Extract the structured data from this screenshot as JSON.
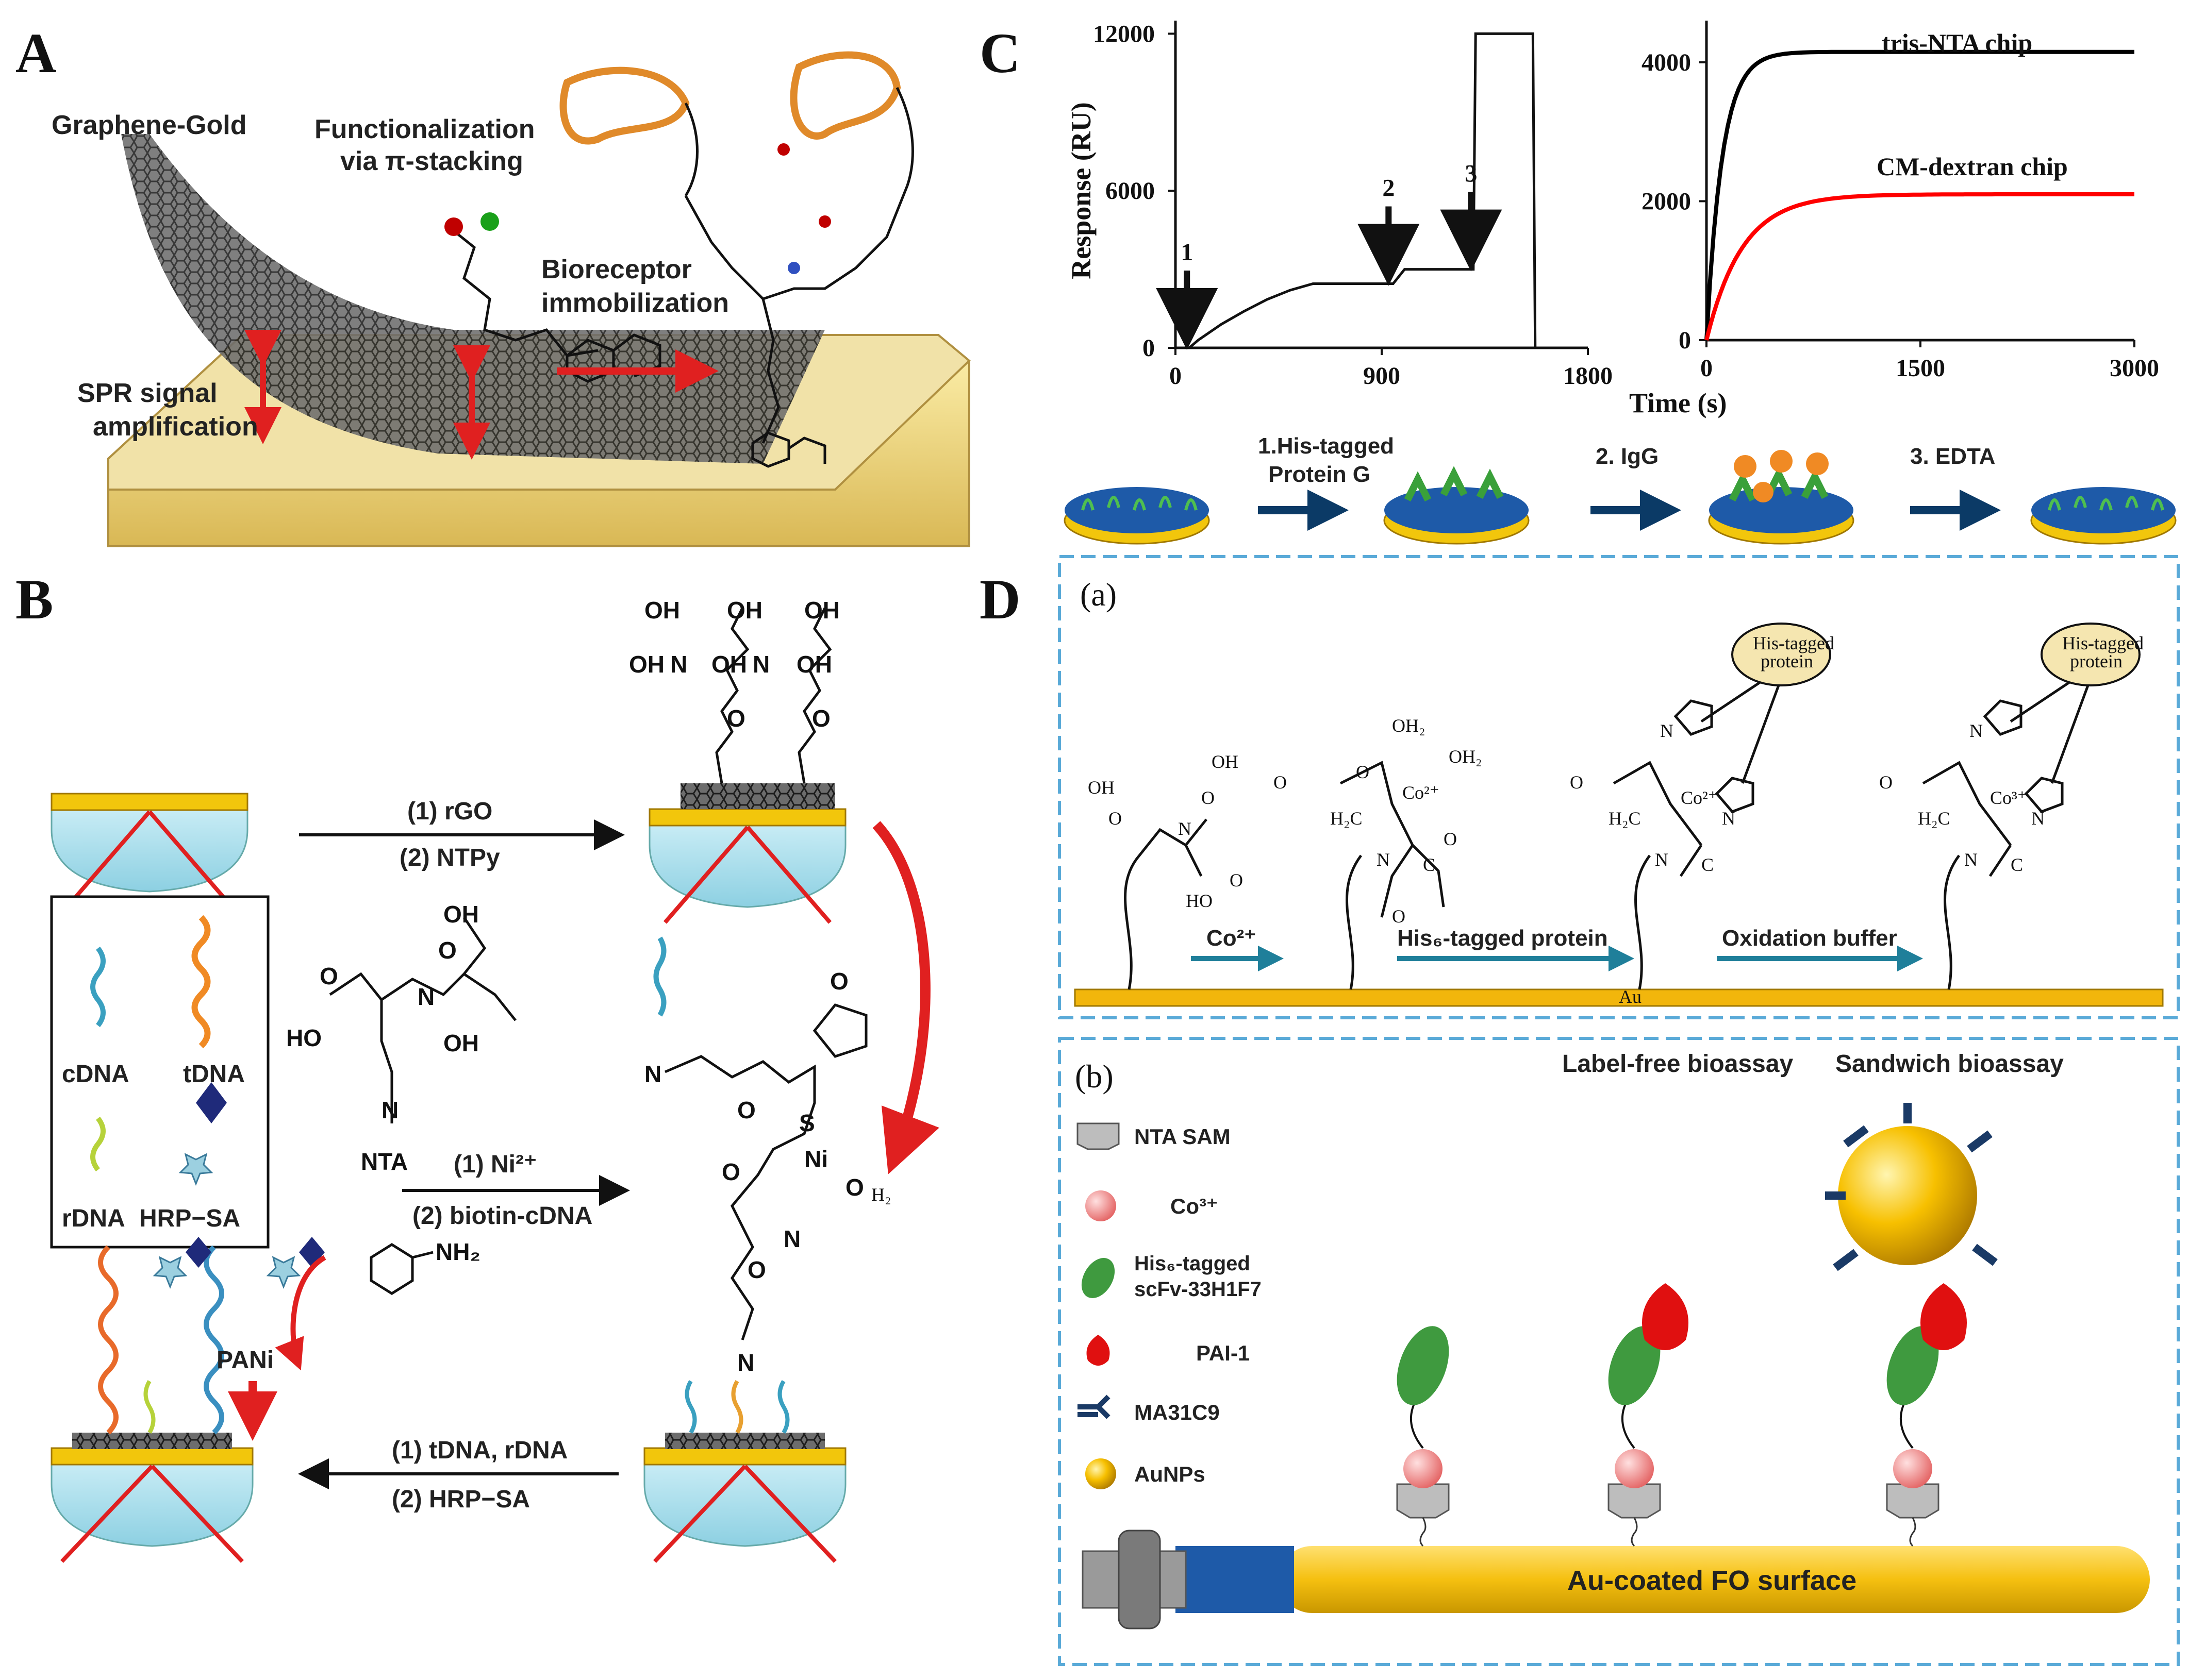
{
  "panels": {
    "A": {
      "letter": "A",
      "graphene_gold": "Graphene-Gold",
      "functionalization": [
        "Functionalization",
        "via π-stacking"
      ],
      "bioreceptor": [
        "Bioreceptor",
        "immobilization"
      ],
      "spr": [
        "SPR signal",
        "amplification"
      ]
    },
    "B": {
      "letter": "B",
      "step1": [
        "(1) rGO",
        "(2) NTPy"
      ],
      "step2": [
        "(1) Ni²⁺",
        "(2) biotin-cDNA"
      ],
      "step3": [
        "(1) tDNA, rDNA",
        "(2) HRP−SA"
      ],
      "nta": "NTA",
      "pani": "PANi",
      "legend": [
        "cDNA",
        "tDNA",
        "rDNA",
        "HRP−SA"
      ],
      "aniline_group": "NH₂",
      "chem": {
        "oh": "OH",
        "ho": "HO",
        "o": "O",
        "n": "N",
        "s": "S",
        "ni": "Ni",
        "h2": "H₂"
      }
    },
    "C": {
      "letter": "C",
      "flow_labels": [
        "1.His-tagged",
        "Protein G",
        "2. IgG",
        "3. EDTA"
      ],
      "arrows": [
        "1",
        "2",
        "3"
      ]
    },
    "D": {
      "letter": "D",
      "sub_a": "(a)",
      "sub_b": "(b)",
      "steps": [
        "Co²⁺",
        "His₆-tagged protein",
        "Oxidation buffer"
      ],
      "au": "Au",
      "his_protein": [
        "His-tagged",
        "protein"
      ],
      "co2": "Co²⁺",
      "co3": "Co³⁺",
      "label_free": "Label-free bioassay",
      "sandwich": "Sandwich bioassay",
      "legend": [
        "NTA SAM",
        "Co³⁺",
        "His₆-tagged",
        "scFv-33H1F7",
        "PAI-1",
        "MA31C9",
        "AuNPs"
      ],
      "fiber": "Au-coated FO surface",
      "chem": {
        "oh": "OH",
        "ho": "HO",
        "o": "O",
        "n": "N",
        "c": "C",
        "h2c": "H₂C",
        "oh2": "OH₂"
      }
    }
  },
  "chart_data": [
    {
      "type": "line",
      "xlabel": "Time (s)",
      "ylabel": "Response (RU)",
      "xlim": [
        0,
        1800
      ],
      "ylim": [
        0,
        12500
      ],
      "xticks": [
        0,
        900,
        1800
      ],
      "yticks": [
        0,
        6000,
        12000
      ],
      "series": [
        {
          "x": [
            0,
            60,
            100,
            200,
            300,
            400,
            500,
            600,
            900,
            950,
            1000,
            1300,
            1310,
            1400,
            1410,
            1560,
            1570,
            1800
          ],
          "values": [
            0,
            0,
            300,
            900,
            1400,
            1850,
            2200,
            2450,
            2450,
            2450,
            3000,
            3000,
            12000,
            12000,
            12000,
            12000,
            0,
            0
          ]
        }
      ],
      "annotations": [
        {
          "label": "1",
          "x": 50
        },
        {
          "label": "2",
          "x": 930
        },
        {
          "label": "3",
          "x": 1290
        }
      ]
    },
    {
      "type": "line",
      "xlabel": "Time (s)",
      "xlim": [
        0,
        3000
      ],
      "ylim": [
        0,
        4600
      ],
      "xticks": [
        0,
        1500,
        3000
      ],
      "yticks": [
        0,
        2000,
        4000
      ],
      "series": [
        {
          "name": "tris-NTA chip",
          "color": "#000000",
          "plateau": 4150,
          "tau": 110
        },
        {
          "name": "CM-dextran chip",
          "color": "#ff0000",
          "plateau": 2100,
          "tau": 250
        }
      ]
    }
  ],
  "colors": {
    "gold": "#f5c518",
    "gold_dark": "#c99700",
    "red": "#e02020",
    "navy": "#0b3a66",
    "teal": "#1f7f9a",
    "dash": "#5aaad8",
    "green": "#3f9a3f",
    "orange": "#f08a24"
  }
}
